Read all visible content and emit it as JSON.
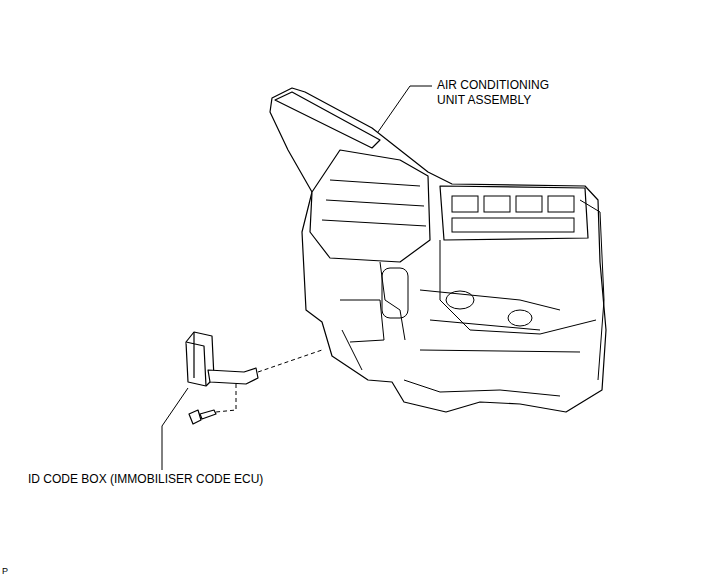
{
  "diagram": {
    "labels": [
      "AIR CONDITIONING UNIT ASSEMBLY",
      "ID CODE BOX (IMMOBILISER CODE ECU)",
      "P"
    ]
  }
}
